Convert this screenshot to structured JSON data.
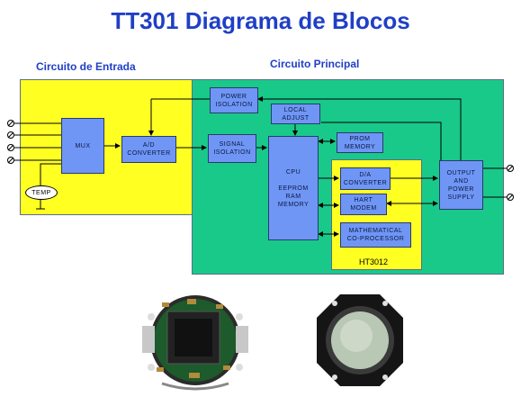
{
  "title": "TT301 Diagrama de Blocos",
  "sections": {
    "input": "Circuito de Entrada",
    "main": "Circuito Principal"
  },
  "blocks": {
    "power_isolation": "POWER\nISOLATION",
    "local_adjust": "LOCAL\nADJUST",
    "mux": "MUX",
    "ad_converter": "A/D\nCONVERTER",
    "signal_isolation": "SIGNAL\nISOLATION",
    "cpu": "CPU\n\nEEPROM\nRAM\nMEMORY",
    "prom_memory": "PROM\nMEMORY",
    "da_converter": "D/A\nCONVERTER",
    "hart_modem": "HART\nMODEM",
    "math_coprocessor": "MATHEMATICAL\nCO-PROCESSOR",
    "output_supply": "OUTPUT\nAND\nPOWER\nSUPPLY",
    "temp": "TEMP"
  },
  "ht_label": "HT3012",
  "colors": {
    "title": "#1f3fc6",
    "input_region": "#ffff22",
    "main_region": "#19c98a",
    "block": "#6f96f5"
  },
  "photos": [
    {
      "name": "circuit-board-photo"
    },
    {
      "name": "sensor-housing-photo"
    }
  ]
}
